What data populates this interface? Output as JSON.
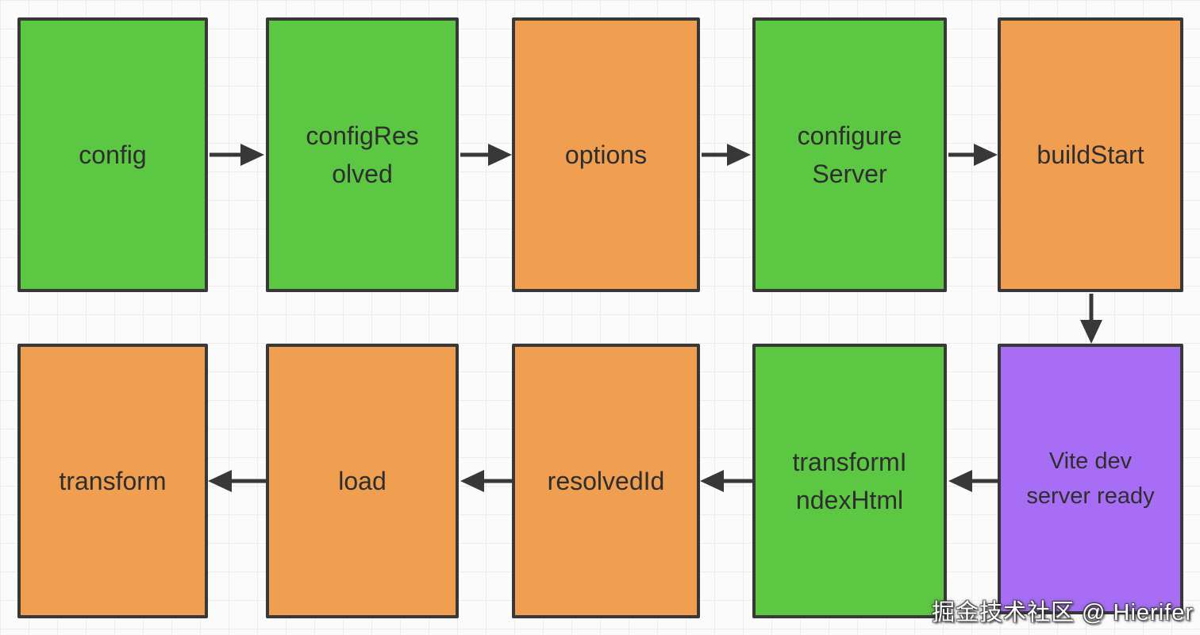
{
  "diagram": {
    "colors": {
      "green": "#5cc743",
      "orange": "#f09e4f",
      "purple": "#a76ef5",
      "stroke": "#383838"
    },
    "nodes": [
      {
        "id": "config",
        "label": "config",
        "color": "green"
      },
      {
        "id": "configResolved",
        "label": "configRes\nolved",
        "color": "green"
      },
      {
        "id": "options",
        "label": "options",
        "color": "orange"
      },
      {
        "id": "configureServer",
        "label": "configure\nServer",
        "color": "green"
      },
      {
        "id": "buildStart",
        "label": "buildStart",
        "color": "orange"
      },
      {
        "id": "transform",
        "label": "transform",
        "color": "orange"
      },
      {
        "id": "load",
        "label": "load",
        "color": "orange"
      },
      {
        "id": "resolvedId",
        "label": "resolvedId",
        "color": "orange"
      },
      {
        "id": "transformIndexHtml",
        "label": "transformI\nndexHtml",
        "color": "green"
      },
      {
        "id": "viteDevServerReady",
        "label": "Vite dev\nserver ready",
        "color": "purple"
      }
    ],
    "edges": [
      {
        "from": "config",
        "to": "configResolved"
      },
      {
        "from": "configResolved",
        "to": "options"
      },
      {
        "from": "options",
        "to": "configureServer"
      },
      {
        "from": "configureServer",
        "to": "buildStart"
      },
      {
        "from": "buildStart",
        "to": "viteDevServerReady"
      },
      {
        "from": "viteDevServerReady",
        "to": "transformIndexHtml"
      },
      {
        "from": "transformIndexHtml",
        "to": "resolvedId"
      },
      {
        "from": "resolvedId",
        "to": "load"
      },
      {
        "from": "load",
        "to": "transform"
      }
    ],
    "watermark": "掘金技术社区 @ Hierifer"
  }
}
